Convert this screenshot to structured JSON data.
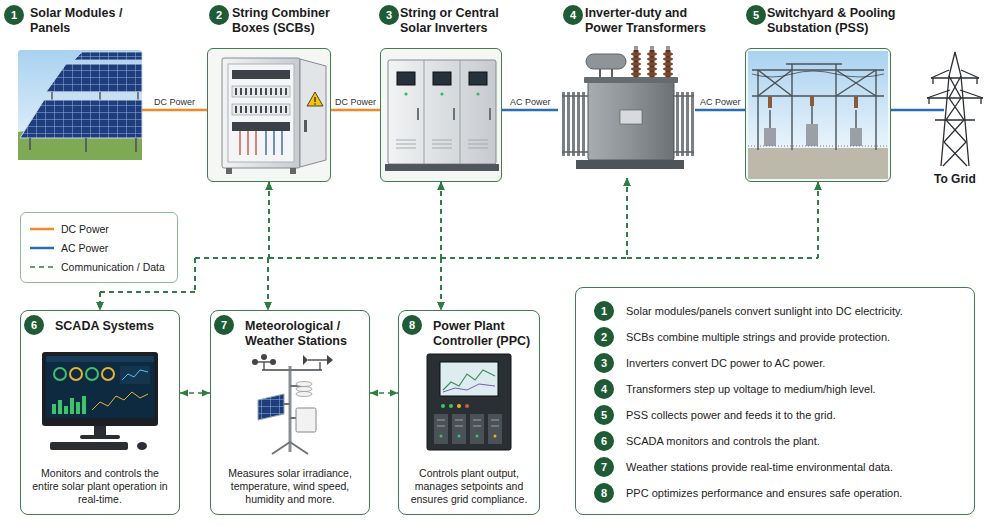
{
  "diagram": {
    "nodes": [
      {
        "text": [
          "Solar Modules / Panels"
        ]
      },
      {
        "text": [
          "String Combiner Boxes (SCBs)"
        ]
      },
      {
        "text": [
          "String or Central Solar Inverters"
        ]
      },
      {
        "text": [
          "Inverter-duty and Power Transformers"
        ]
      },
      {
        "text": [
          "Switchyard & Pooling Substation (PSS)"
        ]
      },
      {
        "text": [
          "SCADA Systems",
          "Monitors and controls the entire solar plant operation in real-time."
        ]
      },
      {
        "text": [
          "Meteorological / Weather Stations",
          "Measures solar irradiance, temperature, wind speed, humidity and more."
        ]
      },
      {
        "text": [
          "Power Plant Controller (PPC)",
          "Controls plant output, manages setpoints and ensures grid compliance."
        ]
      },
      {
        "text": [
          "Solar modules/panels convert sunlight into DC electricity.",
          "SCBs combine multiple strings and provide protection.",
          "Inverters convert DC power to AC power.",
          "Transformers step up voltage to medium/high level.",
          "PSS collects power and feeds it to the grid.",
          "SCADA monitors and controls the plant.",
          "Weather stations provide real-time environmental data.",
          "PPC optimizes performance and ensures safe operation."
        ]
      }
    ],
    "edges": [
      {
        "from": 0,
        "to": 1,
        "label": "DC Power",
        "arrow": "none"
      },
      {
        "from": 1,
        "to": 2,
        "label": "DC Power",
        "arrow": "none"
      },
      {
        "from": 2,
        "to": 3,
        "label": "AC Power",
        "arrow": "none"
      },
      {
        "from": 3,
        "to": 4,
        "label": "AC Power",
        "arrow": "none"
      },
      {
        "from": 1,
        "to": 5,
        "arrow": "both"
      },
      {
        "from": 1,
        "to": 6,
        "arrow": "both"
      },
      {
        "from": 1,
        "to": 7,
        "arrow": "both"
      },
      {
        "from": 2,
        "to": 5,
        "arrow": "both"
      },
      {
        "from": 2,
        "to": 6,
        "arrow": "both"
      },
      {
        "from": 2,
        "to": 7,
        "arrow": "both"
      },
      {
        "from": 3,
        "to": 5,
        "arrow": "both"
      },
      {
        "from": 3,
        "to": 6,
        "arrow": "both"
      },
      {
        "from": 3,
        "to": 7,
        "arrow": "both"
      },
      {
        "from": 4,
        "to": 5,
        "arrow": "both"
      },
      {
        "from": 4,
        "to": 6,
        "arrow": "both"
      },
      {
        "from": 4,
        "to": 7,
        "arrow": "both"
      },
      {
        "from": 5,
        "to": 6,
        "arrow": "both"
      },
      {
        "from": 6,
        "to": 7,
        "arrow": "both"
      }
    ],
    "labels": [
      "1",
      "2",
      "3",
      "4",
      "5",
      "To Grid",
      "6",
      "7",
      "8",
      "1",
      "2",
      "3",
      "4",
      "5",
      "6",
      "7",
      "8"
    ],
    "legend": [
      {
        "text": "DC Power"
      },
      {
        "text": "AC Power"
      },
      {
        "text": "Communication / Data"
      }
    ]
  }
}
